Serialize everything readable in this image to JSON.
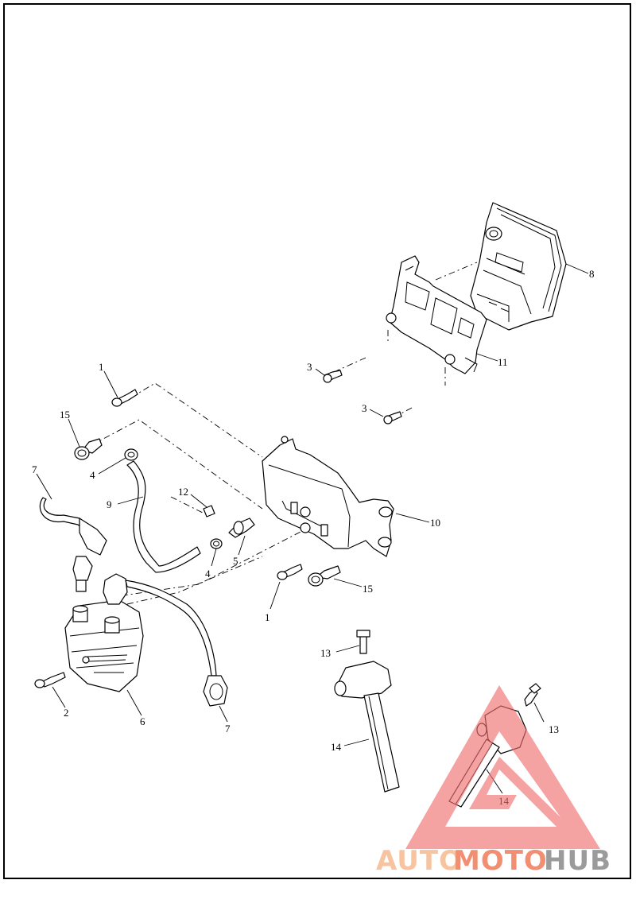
{
  "callouts": [
    {
      "id": "c1a",
      "text": "1"
    },
    {
      "id": "c1b",
      "text": "1"
    },
    {
      "id": "c2",
      "text": "2"
    },
    {
      "id": "c3a",
      "text": "3"
    },
    {
      "id": "c3b",
      "text": "3"
    },
    {
      "id": "c4a",
      "text": "4"
    },
    {
      "id": "c4b",
      "text": "4"
    },
    {
      "id": "c5",
      "text": "5"
    },
    {
      "id": "c6",
      "text": "6"
    },
    {
      "id": "c7a",
      "text": "7"
    },
    {
      "id": "c7b",
      "text": "7"
    },
    {
      "id": "c8",
      "text": "8"
    },
    {
      "id": "c9",
      "text": "9"
    },
    {
      "id": "c10",
      "text": "10"
    },
    {
      "id": "c11",
      "text": "11"
    },
    {
      "id": "c12",
      "text": "12"
    },
    {
      "id": "c13a",
      "text": "13"
    },
    {
      "id": "c13b",
      "text": "13"
    },
    {
      "id": "c14a",
      "text": "14"
    },
    {
      "id": "c14b",
      "text": "14"
    },
    {
      "id": "c15a",
      "text": "15"
    },
    {
      "id": "c15b",
      "text": "15"
    }
  ],
  "watermark": {
    "part1": "AUTO",
    "part2": "MOTO",
    "part3": "HUB",
    "colors": {
      "part1": "#f7b98f",
      "part2": "#f07c5a",
      "part3": "#8a8a8a",
      "triangle": "#ef6d6d"
    }
  }
}
